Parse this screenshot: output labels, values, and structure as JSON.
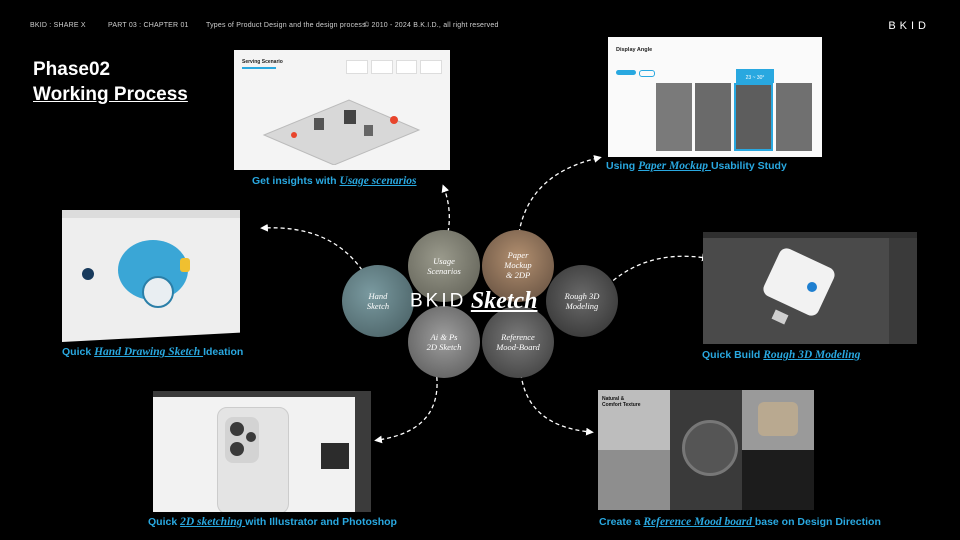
{
  "header": {
    "brand_share": "BKID : SHARE X",
    "part": "PART 03 : CHAPTER 01",
    "topic": "Types of Product Design and the design process",
    "copyright": "© 2010 - 2024 B.K.I.D., all right reserved",
    "brand": "BKID"
  },
  "phase": {
    "line1": "Phase02",
    "line2": "Working Process"
  },
  "center": {
    "brand": "BKID",
    "word": "Sketch"
  },
  "bubbles": [
    {
      "line1": "Hand",
      "line2": "Sketch"
    },
    {
      "line1": "Usage",
      "line2": "Scenarios"
    },
    {
      "line1": "Paper",
      "line2": "Mockup",
      "line3": "& 2DP"
    },
    {
      "line1": "Rough 3D",
      "line2": "Modeling"
    },
    {
      "line1": "Ai & Ps",
      "line2": "2D Sketch"
    },
    {
      "line1": "Reference",
      "line2": "Mood-Board"
    }
  ],
  "captions": {
    "usage": {
      "pre": "Get insights with ",
      "em": "Usage scenarios",
      "post": ""
    },
    "paper": {
      "pre": "Using ",
      "em": "Paper Mockup ",
      "post": "Usability Study"
    },
    "hand": {
      "pre": "Quick ",
      "em": "Hand Drawing Sketch ",
      "post": "Ideation"
    },
    "rough": {
      "pre": "Quick Build ",
      "em": "Rough 3D Modeling",
      "post": ""
    },
    "twod": {
      "pre": "Quick ",
      "em": "2D sketching ",
      "post": "with Illustrator and Photoshop"
    },
    "mood": {
      "pre": "Create a ",
      "em": "Reference Mood board ",
      "post": "base on Design Direction"
    }
  },
  "thumbs": {
    "usage_title": "Serving Scenario",
    "paper_title": "Display Angle",
    "paper_range": "23 ~ 30°",
    "mood_title": "Natural & Comfort Texture"
  },
  "colors": {
    "accent": "#29a8e0",
    "background": "#000000"
  }
}
